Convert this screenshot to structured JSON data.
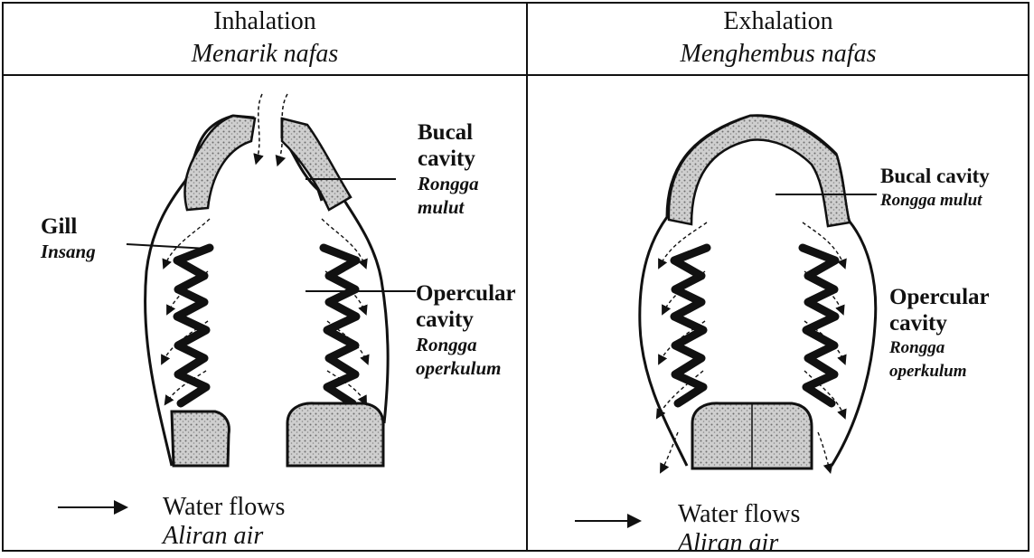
{
  "inhalation": {
    "title": "Inhalation",
    "subtitle": "Menarik nafas",
    "labels": {
      "bucal_en": "Bucal",
      "bucal_en2": "cavity",
      "bucal_ms": "Rongga",
      "bucal_ms2": "mulut",
      "gill_en": "Gill",
      "gill_ms": "Insang",
      "opercular_en": "Opercular",
      "opercular_en2": "cavity",
      "opercular_ms": "Rongga",
      "opercular_ms2": "operkulum"
    },
    "legend": {
      "en": "Water flows",
      "ms": "Aliran air"
    }
  },
  "exhalation": {
    "title": "Exhalation",
    "subtitle": "Menghembus nafas",
    "labels": {
      "bucal_en": "Bucal cavity",
      "bucal_ms": "Rongga mulut",
      "opercular_en": "Opercular",
      "opercular_en2": "cavity",
      "opercular_ms": "Rongga",
      "opercular_ms2": "operkulum"
    },
    "legend": {
      "en": "Water flows",
      "ms": "Aliran air"
    }
  },
  "colors": {
    "ink": "#111111",
    "tissue": "#9a9a9a",
    "background": "#ffffff"
  }
}
